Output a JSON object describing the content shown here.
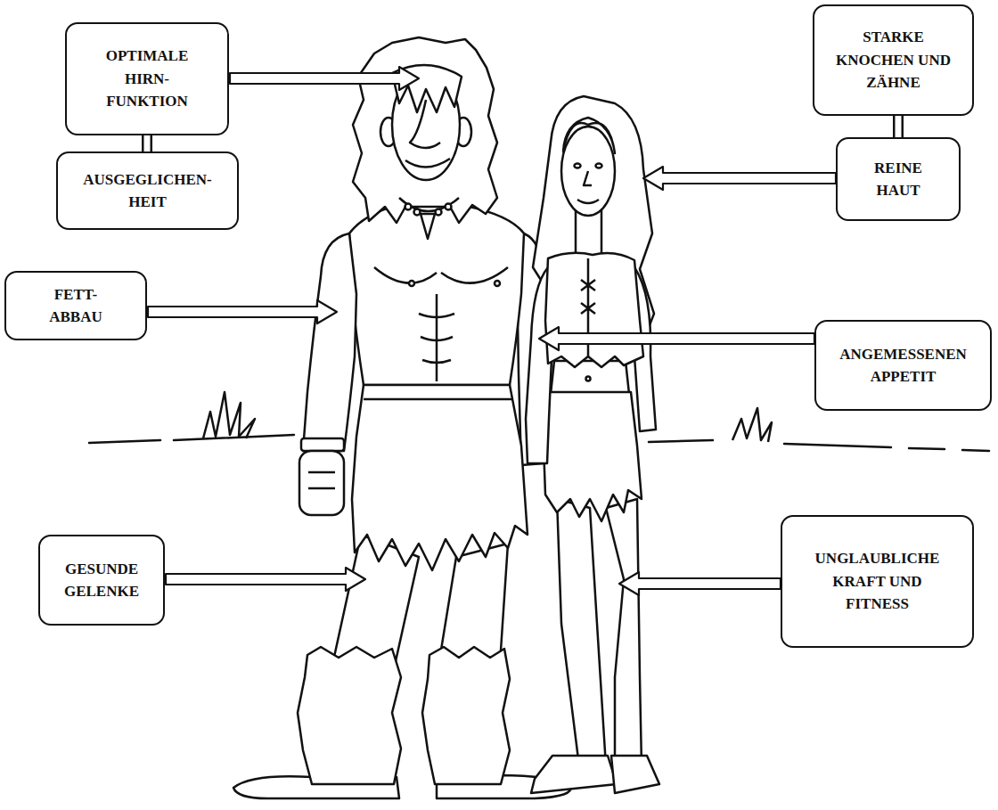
{
  "diagram": {
    "nodes": [
      {
        "text": [
          "OPTIMALE HIRN- FUNKTION"
        ]
      },
      {
        "text": [
          "AUSGEGLICHEN- HEIT"
        ]
      },
      {
        "text": [
          "STARKE KNOCHEN UND ZÄHNE"
        ]
      },
      {
        "text": [
          "REINE HAUT"
        ]
      },
      {
        "text": [
          "FETT- ABBAU"
        ]
      },
      {
        "text": [
          "ANGEMESSENEN APPETIT"
        ]
      },
      {
        "text": [
          "GESUNDE GELENKE"
        ]
      },
      {
        "text": [
          "UNGLAUBLICHE KRAFT UND FITNESS"
        ]
      }
    ],
    "edges": [
      {
        "from": 0,
        "to": 1,
        "arrow": "none"
      },
      {
        "from": 2,
        "to": 3,
        "arrow": "none"
      }
    ]
  }
}
